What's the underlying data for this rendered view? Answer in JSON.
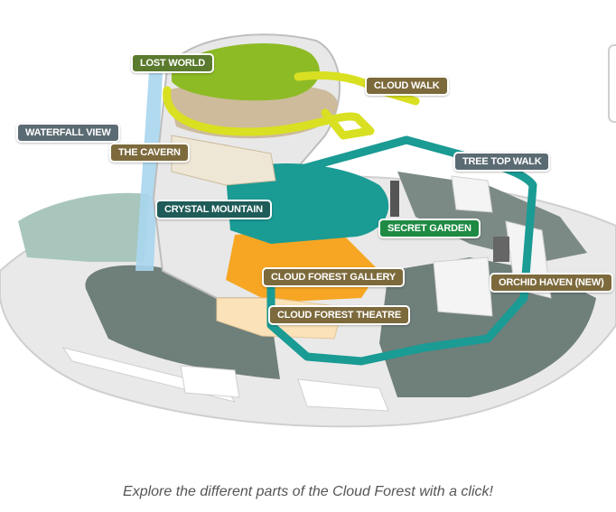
{
  "colors": {
    "olive": "#5a7a2e",
    "brown": "#7d6a3c",
    "slate": "#5b6b73",
    "teal_dark": "#1f5b58",
    "green": "#1e8a43",
    "lime": "#8dbb25",
    "yellow": "#d9e021",
    "teal": "#1a9b94",
    "orange": "#f6a623",
    "tan": "#cdbb9b"
  },
  "areas": [
    {
      "label": "LOST WORLD",
      "color": "olive"
    },
    {
      "label": "CLOUD WALK",
      "color": "brown"
    },
    {
      "label": "WATERFALL VIEW",
      "color": "slate"
    },
    {
      "label": "THE CAVERN",
      "color": "brown"
    },
    {
      "label": "TREE TOP WALK",
      "color": "slate"
    },
    {
      "label": "CRYSTAL MOUNTAIN",
      "color": "teal_dark"
    },
    {
      "label": "SECRET GARDEN",
      "color": "green"
    },
    {
      "label": "CLOUD FOREST GALLERY",
      "color": "brown"
    },
    {
      "label": "ORCHID HAVEN (NEW)",
      "color": "brown"
    },
    {
      "label": "CLOUD FOREST THEATRE",
      "color": "brown"
    }
  ],
  "caption": "Explore the different parts of the Cloud Forest with a click!"
}
